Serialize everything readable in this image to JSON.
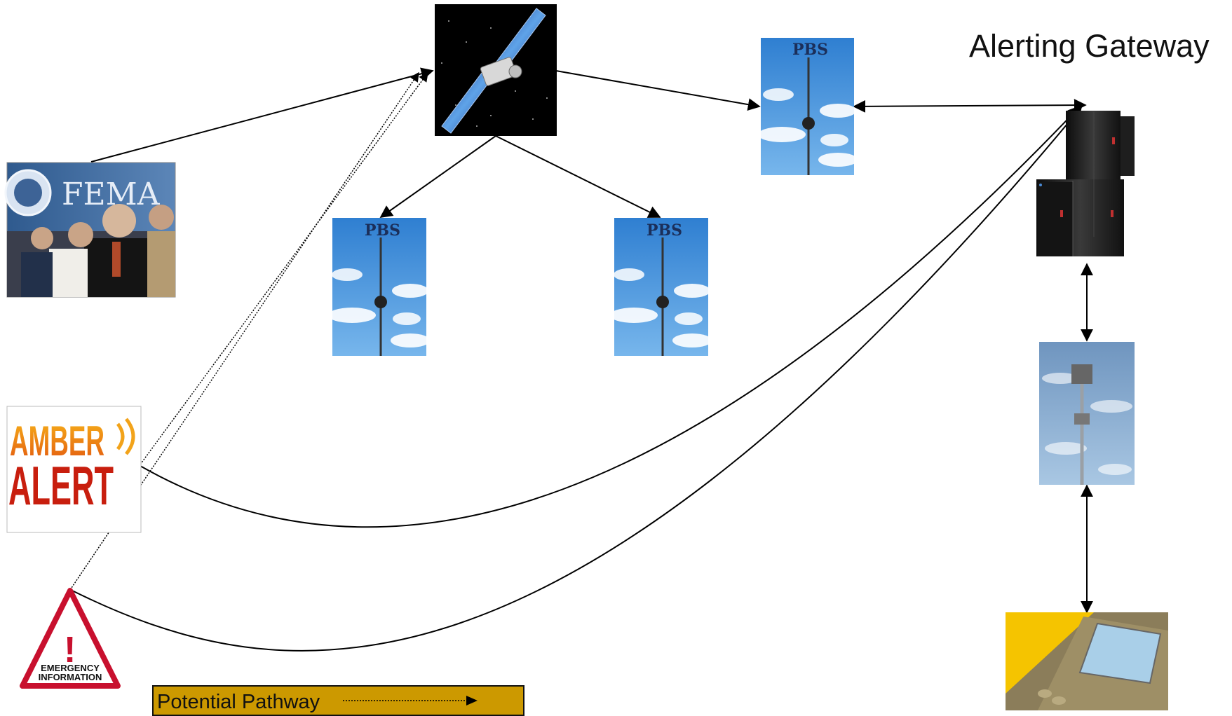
{
  "gateway": {
    "title": "Alerting Gateway"
  },
  "legend": {
    "label": "Potential Pathway"
  },
  "sources": {
    "fema": {
      "logo_text": "FEMA"
    },
    "amber": {
      "line1": "AMBER",
      "line2": "ALERT"
    },
    "emergency": {
      "line1": "EMERGENCY",
      "line2": "INFORMATION",
      "symbol": "!"
    }
  },
  "stations": [
    {
      "label": "PBS"
    },
    {
      "label": "PBS"
    },
    {
      "label": "PBS"
    }
  ],
  "colors": {
    "legend_fill": "#cc9900",
    "sky": "#3f8ed8",
    "amber_orange": "#f28a1a",
    "alert_red": "#c8102e",
    "gateway_yellow": "#f5c400"
  }
}
